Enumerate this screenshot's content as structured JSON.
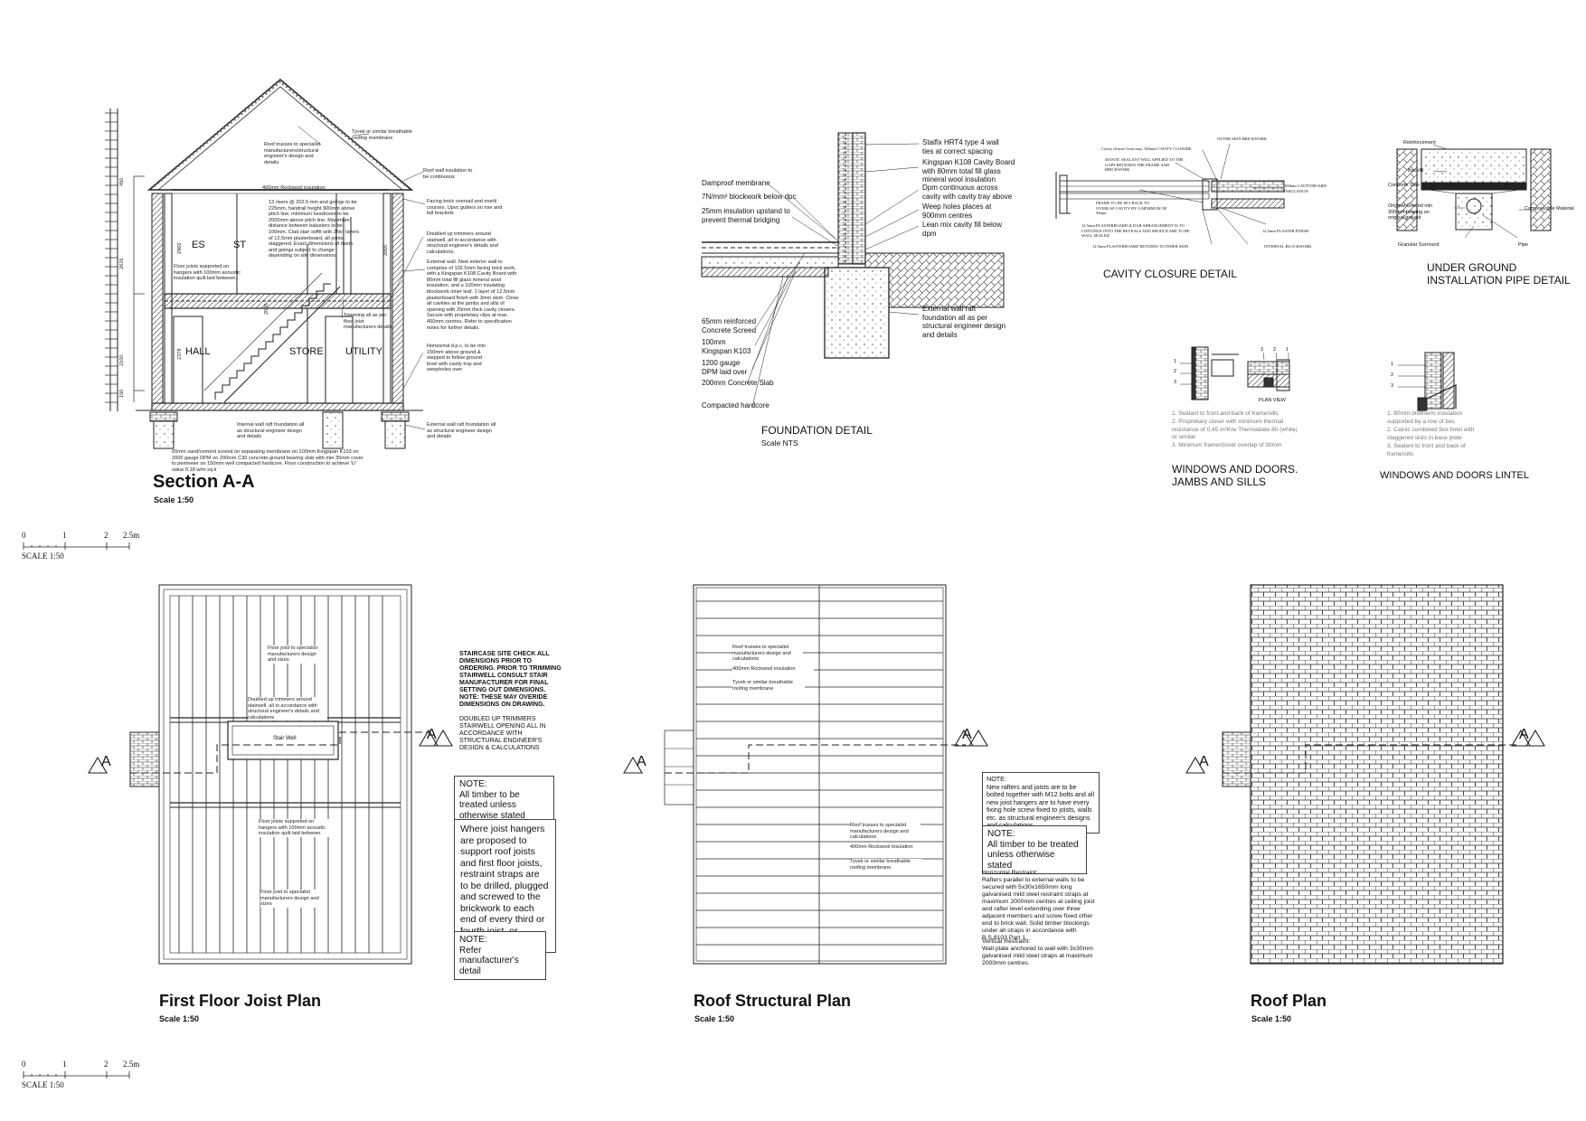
{
  "section_aa": {
    "title": "Section A-A",
    "scale": "Scale 1:50",
    "rooms": [
      "ES",
      "ST",
      "HALL",
      "STORE",
      "UTILITY"
    ],
    "dims": [
      "450",
      "2625",
      "2965",
      "2100",
      "2378",
      "2000",
      "2000",
      "150"
    ],
    "notes": {
      "tyvek": "Tyvek or similar breathable roofing membrane",
      "trusses": "Roof trusses to specialist manufacturers/structural engineer's design and details",
      "rockwool": "400mm Rockwool insulation",
      "roof_insul": "Roof wall insulation to be continuous",
      "facing_brick": "Facing brick oversail and mortil courses. Upvc gutters on rise and fall brackets",
      "stairs": "13 risers @ 202.5 min and goings to be 225mm, handrail height 900mm above pitch line, minimum headroom to be 2000mm above pitch line. Maximum distance between balusters to be 100mm. Clad stair soffit with 2No. layers of 12.5mm plasterboard, all joints staggered. Exact dimensions of risers and goings subject to change depending on site dimensions.",
      "trimmers": "Doubled up trimmers around stairwell, all in accordance with structural engineer's details and calculations.",
      "ext_wall": "External wall. New exterior wall to comprise of 102.5mm facing brick work, with a Kingspan K108 Cavity Board with 80mm total fill glass mineral wool insulation, and a 100mm insulating blockwork inner leaf. 1 layer of 12.5mm plasterboard finish with 3mm skim. Close all cavities at the jambs and sills of opening with 25mm thick cavity closers. Secure with proprietary clips at max. 450mm centres. Refer to specification notes for further details.",
      "floor_joists": "Floor joists supported on hangers with 100mm acoustic insulation quilt laid between.",
      "trimming": "Trimming all as per floor joist manufacturers details",
      "dpc": "Horizontal d.p.c. to be min 150mm above ground & stepped to follow ground level with cavity tray and weepholes over",
      "internal_raft": "Internal wall raft foundation all as structural engineer design and details",
      "external_raft": "External wall raft foundation all as structural engineer design and details",
      "screed": "65mm sand/cement screed on separating membrane on 100mm Kingspan K103 on 2000 gauge DPM on 200mm C30 concrete ground bearing slab with min 35mm cover to perimeter on 150mm well compacted hardcore. Floor construction to achieve 'U' value 0.18 w/m sq.k"
    }
  },
  "scale_bars": [
    {
      "ticks": [
        "0",
        "1",
        "2",
        "2.5m"
      ],
      "label": "SCALE 1:50"
    },
    {
      "ticks": [
        "0",
        "1",
        "2",
        "2.5m"
      ],
      "label": "SCALE 1:50"
    }
  ],
  "foundation": {
    "title": "FOUNDATION DETAIL",
    "scale": "Scale NTS",
    "left_labels": [
      "Damproof membrane",
      "7N/mm² blockwork below dpc",
      "25mm insulation upstand to prevent thermal bridging",
      "65mm reinforced Concrete Screed",
      "100mm Kingspan K103",
      "1200 gauge DPM laid over",
      "200mm Concrete Slab",
      "Compacted hardcore"
    ],
    "right_labels": [
      "Staifix HRT4 type 4 wall ties at correct spacing",
      "Kingspan K108 Cavity Board with 80mm total fill glass mineral wool insulation",
      "Dpm continuous across cavity with cavity tray above",
      "Weep holes places at 900mm centres",
      "Lean mix cavity fill below dpm",
      "External wall raft foundation all as per structural engineer design and details"
    ]
  },
  "cavity": {
    "title": "CAVITY CLOSURE DETAIL",
    "labels": [
      "Cavity closure from stop: 100mm CAVITY CLOSURE",
      "MASTIC SEALANT WILL APPLIED TO THE GAPS BETWEEN THE FRAME AND BRICKWORK",
      "OUTER SKIN BRICKWORK",
      "FRAME TO BE SET BACK TO OVERLAP CAVITY BY A MINIMUM OF 30mm",
      "100mm CAVITYBOARD INSULATION",
      "12.5mm PLASTERBOARD & DAB ARRANGEMENT IS TO CONTINUE INTO THE REVEALS AND SHOULD ARE TO BE WALL SEALED",
      "12.5mm PLASTER FINISH",
      "12.5mm PLASTERBOARD RETURNS TO INNER SKIN",
      "INTERNAL BLOCKWORK"
    ]
  },
  "underground": {
    "title_line1": "UNDER GROUND",
    "title_line2": "INSTALLATION PIPE DETAIL",
    "labels": [
      "Reinforcement",
      "Backfill",
      "Concrete Slab",
      "Original Ground min 300mm bearing on original ground",
      "Compressible Material",
      "Granular Surround",
      "Pipe"
    ]
  },
  "windows_jambs": {
    "title_line1": "WINDOWS AND DOORS.",
    "title_line2": "JAMBS AND SILLS",
    "plan_view": "PLAN VIEW",
    "nums": [
      "1",
      "2",
      "3",
      "3",
      "2",
      "1"
    ],
    "notes": [
      "1. Sealant to front and back of frame/sills",
      "2. Proprietary closer with minimum thermal resistance of 0.45 m²K/w Thermabate 80 (white) or similar",
      "3. Minimum frame/closer overlap of 30mm"
    ]
  },
  "windows_lintel": {
    "title": "WINDOWS AND DOORS LINTEL",
    "nums": [
      "1",
      "2",
      "3"
    ],
    "notes": [
      "1. 80mm drilltherm insulation supported by a row of ties",
      "2. Catnic combined box lintel with staggered slots in base plate",
      "3. Sealant to front and back of frame/sills"
    ]
  },
  "first_floor": {
    "title": "First Floor Joist Plan",
    "scale": "Scale 1:50",
    "section_mark": "A",
    "stair_well": "Stair Well",
    "plan_notes": [
      "Floor joist to specialist manufacturers design and sizes",
      "Doubled up trimmers around stairwell, all in accordance with structural engineer's details and calculations",
      "Floor joists supported on hangers with 100mm acoustic insulation quilt laid between.",
      "Floor joist to specialist manufacturers design and sizes"
    ],
    "staircase_note": "STAIRCASE SITE CHECK ALL DIMENSIONS PRIOR TO ORDERING. PRIOR TO TRIMMING STAIRWELL CONSULT STAIR MANUFACTURER FOR FINAL SETTING OUT DIMENSIONS. NOTE: THESE MAY OVERIDE DIMENSIONS ON DRAWING.",
    "trimmers_note": "DOUBLED UP TRIMMERS STAIRWELL OPENING ALL IN ACCORDANCE WITH STRUCTURAL ENGINEER'S DESIGN & CALCULATIONS",
    "note1_head": "NOTE:",
    "note1_body": "All timber to be treated unless otherwise stated",
    "hangers_note": "Where joist hangers are proposed to support roof joists and first floor joists, restraint straps are to be drilled, plugged and screwed to the brickwork to each end of every third or fourth joist, or otherwise comply.",
    "note2_head": "NOTE:",
    "note2_body": "Refer manufacturer's detail"
  },
  "roof_structural": {
    "title": "Roof Structural Plan",
    "scale": "Scale 1:50",
    "section_mark": "A",
    "plan_notes": [
      "Roof trusses to specialist manufacturers design and calculations",
      "400mm Rockwool insulation",
      "Tyvek or similar breathable roofing membrane",
      "Roof trusses to specialist manufacturers design and calculations",
      "400mm Rockwool insulation",
      "Tyvek or similar breathable roofing membrane"
    ],
    "note1_head": "NOTE:",
    "note1_body": "New rafters and joists are to be bolted together with M12 bolts and all new joist hangers are to have every fixing hole screw fixed to joists, walls etc. as structural engineer's designs and calculations.",
    "note2_head": "NOTE:",
    "note2_body": "All timber to be treated unless otherwise stated",
    "horiz_head": "Horizontal Restraint:",
    "horiz_body": "Rafters parallel to external walls to be secured with 5x30x1650mm long galvanised mild steel restraint straps at maximum 2000mm centres at ceiling joist and rafter level extending over three adjacent members and screw fixed other end to brick wall. Solid timber blockings under all straps in accordance with B.S.8103 Part 1.",
    "vert_head": "Vertical Restraint:",
    "vert_body": "Wall plate anchored to wall with 3x30mm galvanised mild steel straps at maximum 2000mm centres."
  },
  "roof_plan": {
    "title": "Roof Plan",
    "scale": "Scale 1:50",
    "section_mark": "A"
  }
}
